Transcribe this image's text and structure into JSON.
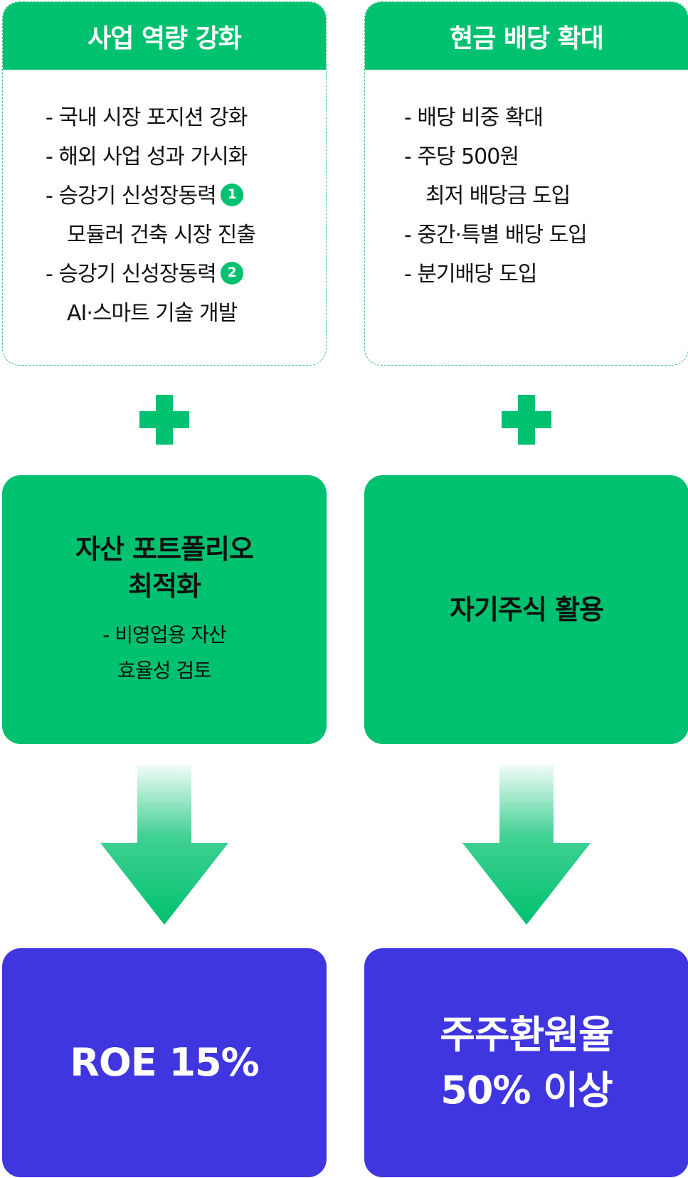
{
  "left": {
    "header": "사업 역량 강화",
    "items": [
      "-  국내 시장 포지션 강화",
      "-  해외 사업 성과 가시화",
      "-  승강기 신성장동력",
      "모듈러 건축 시장 진출",
      "-  승강기 신성장동력",
      "AI·스마트 기술 개발"
    ],
    "badges": [
      "1",
      "2"
    ],
    "action_title_line1": "자산 포트폴리오",
    "action_title_line2": "최적화",
    "action_sub_line1": "-  비영업용 자산",
    "action_sub_line2": "효율성 검토",
    "goal_line1": "ROE 15%"
  },
  "right": {
    "header": "현금 배당 확대",
    "items": [
      "-  배당 비중 확대",
      "-  주당 500원",
      "최저 배당금 도입",
      "-  중간·특별 배당 도입",
      "- 분기배당 도입"
    ],
    "action_title_line1": "자기주식 활용",
    "goal_line1": "주주환원율",
    "goal_line2": "50% 이상"
  },
  "colors": {
    "green": "#00c16f",
    "blue": "#3f36df"
  }
}
